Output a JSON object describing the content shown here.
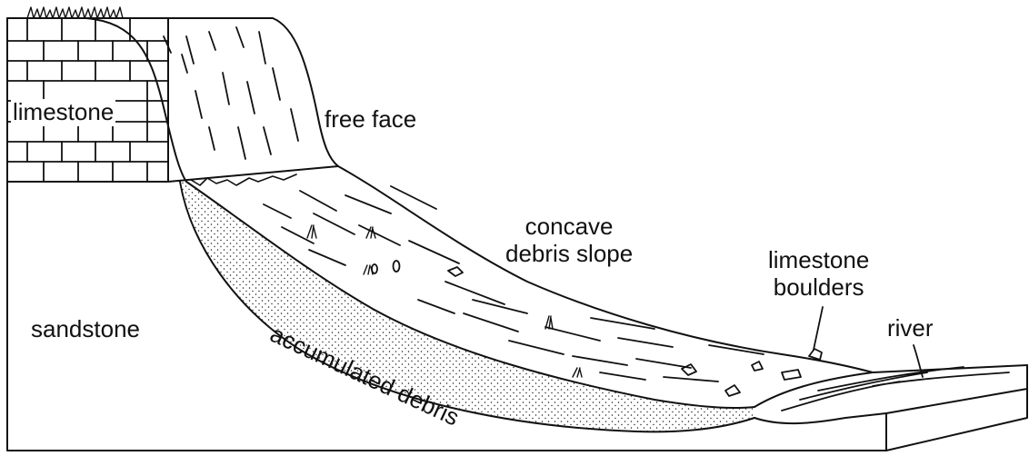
{
  "labels": {
    "limestone": "limestone",
    "free_face": "free face",
    "concave_debris_slope": [
      "concave",
      "debris slope"
    ],
    "limestone_boulders": [
      "limestone",
      "boulders"
    ],
    "river": "river",
    "sandstone": "sandstone",
    "accumulated_debris": "accumulated debris"
  },
  "colors": {
    "line": "#111111",
    "background": "#ffffff"
  }
}
